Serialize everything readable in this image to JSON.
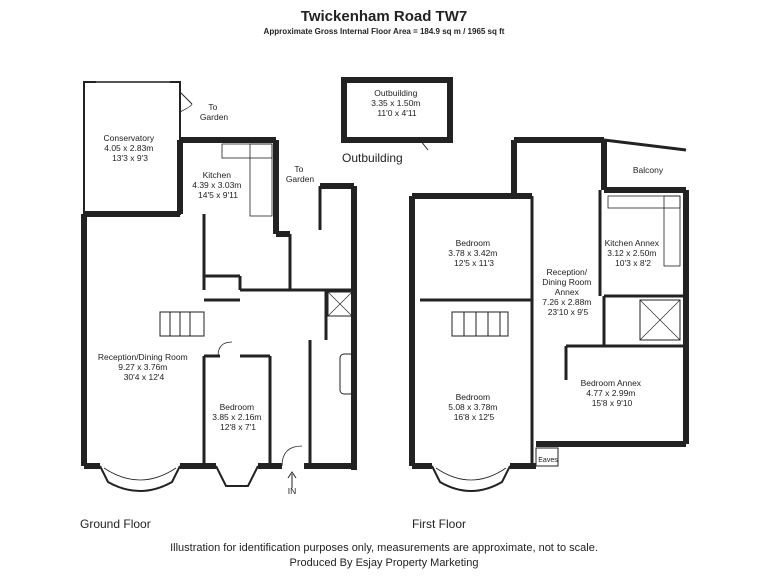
{
  "header": {
    "title": "Twickenham Road TW7",
    "subtitle": "Approximate Gross Internal Floor Area  = 184.9 sq m  / 1965 sq ft"
  },
  "labels": {
    "conservatory": [
      "Conservatory",
      "4.05 x 2.83m",
      "13'3 x 9'3"
    ],
    "kitchen": [
      "Kitchen",
      "4.39 x 3.03m",
      "14'5 x 9'11"
    ],
    "reception_dining": [
      "Reception/Dining Room",
      "9.27 x 3.76m",
      "30'4 x 12'4"
    ],
    "bedroom_ground": [
      "Bedroom",
      "3.85 x 2.16m",
      "12'8 x 7'1"
    ],
    "outbuilding": [
      "Outbuilding",
      "3.35 x 1.50m",
      "11'0 x 4'11"
    ],
    "bedroom_first_top": [
      "Bedroom",
      "3.78 x 3.42m",
      "12'5 x 11'3"
    ],
    "bedroom_first_bottom": [
      "Bedroom",
      "5.08 x 3.78m",
      "16'8 x 12'5"
    ],
    "reception_annex": [
      "Reception/",
      "Dining Room",
      "Annex",
      "7.26 x 2.88m",
      "23'10 x 9'5"
    ],
    "kitchen_annex": [
      "Kitchen Annex",
      "3.12 x 2.50m",
      "10'3 x 8'2"
    ],
    "bedroom_annex": [
      "Bedroom Annex",
      "4.77 x 2.99m",
      "15'8 x 9'10"
    ],
    "balcony": "Balcony",
    "eaves": "Eaves",
    "to_garden_1": [
      "To",
      "Garden"
    ],
    "to_garden_2": [
      "To",
      "Garden"
    ],
    "in": "IN",
    "outbuilding_heading": "Outbuilding",
    "ground_floor": "Ground Floor",
    "first_floor": "First Floor"
  },
  "footer": {
    "line1": "Illustration for identification purposes only, measurements are approximate, not to scale.",
    "line2": "Produced By Esjay Property Marketing"
  }
}
